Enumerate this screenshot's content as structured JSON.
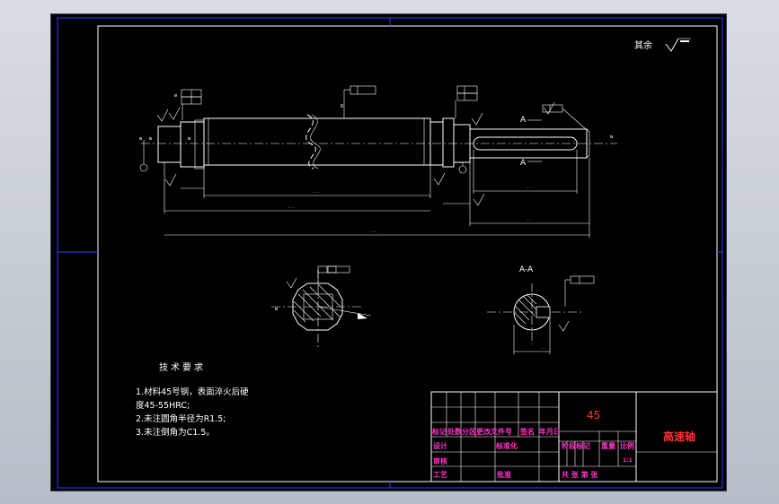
{
  "roughness_note": "其余",
  "tech_req": {
    "title": "技术要求",
    "lines": [
      "1.材料45号钢，表面淬火后硬",
      "度45-55HRC;",
      "2.未注圆角半径为R1.5;",
      "3.未注倒角为C1.5。"
    ]
  },
  "section_label": "A-A",
  "view_marker_a1": "A",
  "view_marker_a2": "A",
  "title_block": {
    "material": "45",
    "part_name": "高速轴",
    "hdr_1": "标记",
    "hdr_2": "处数",
    "hdr_3": "分区",
    "hdr_4": "更改文件号",
    "hdr_5": "签名",
    "hdr_6": "年月日",
    "row_design": "设计",
    "row_standard": "标准化",
    "row_review": "审核",
    "row_process": "工艺",
    "row_approve": "批准",
    "stage": "阶段标记",
    "weight": "重量",
    "scale": "比例",
    "scale_val": "1:1",
    "sheets": "共  张  第  张"
  }
}
